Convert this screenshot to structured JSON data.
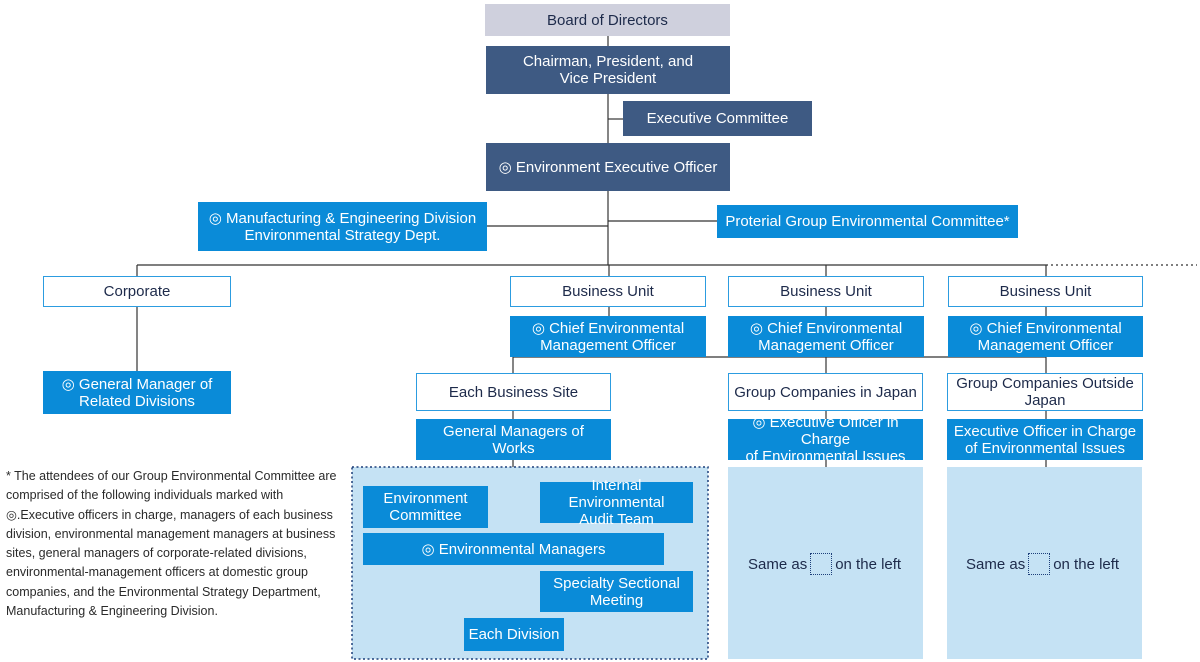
{
  "nodes": {
    "board": "Board of Directors",
    "chairman": "Chairman, President, and\nVice President",
    "exec_committee": "Executive Committee",
    "env_exec_officer": "◎ Environment Executive Officer",
    "mfg_strategy": "◎ Manufacturing & Engineering Division\nEnvironmental Strategy Dept.",
    "group_env_committee": "Proterial Group Environmental Committee*",
    "corporate": "Corporate",
    "gm_related": "◎ General Manager of\nRelated Divisions",
    "business_unit_1": "Business Unit",
    "business_unit_2": "Business Unit",
    "business_unit_3": "Business Unit",
    "chief_officer_1": "◎ Chief Environmental\nManagement Officer",
    "chief_officer_2": "◎ Chief Environmental\nManagement Officer",
    "chief_officer_3": "◎ Chief Environmental\nManagement Officer",
    "each_business_site": "Each Business Site",
    "group_japan": "Group Companies in Japan",
    "group_outside": "Group Companies Outside\nJapan",
    "gm_works": "General Managers of Works",
    "exec_officer_japan": "◎ Executive Officer in Charge\nof Environmental Issues",
    "exec_officer_outside": "Executive Officer in Charge\nof Environmental Issues",
    "env_committee": "Environment\nCommittee",
    "internal_audit": "Internal Environmental\nAudit Team",
    "env_managers": "◎ Environmental Managers",
    "specialty_meeting": "Specialty Sectional\nMeeting",
    "each_division": "Each Division"
  },
  "same_as": {
    "prefix": "Same as",
    "suffix": "on the left"
  },
  "footnote": "* The attendees of our Group Environmental Committee are comprised of the following individuals marked with ◎.Executive officers in charge, managers of each business division, environmental management managers at business sites, general managers of corporate-related divisions, environmental-management officers at domestic group companies, and the Environmental Strategy Department, Manufacturing & Engineering Division.",
  "colors": {
    "navy": "#3e5a83",
    "blue": "#0a8bd8",
    "gray": "#cfd0dd",
    "light_blue_region": "#c5e2f4",
    "outline": "#2c9ce0",
    "connector": "#333333"
  }
}
